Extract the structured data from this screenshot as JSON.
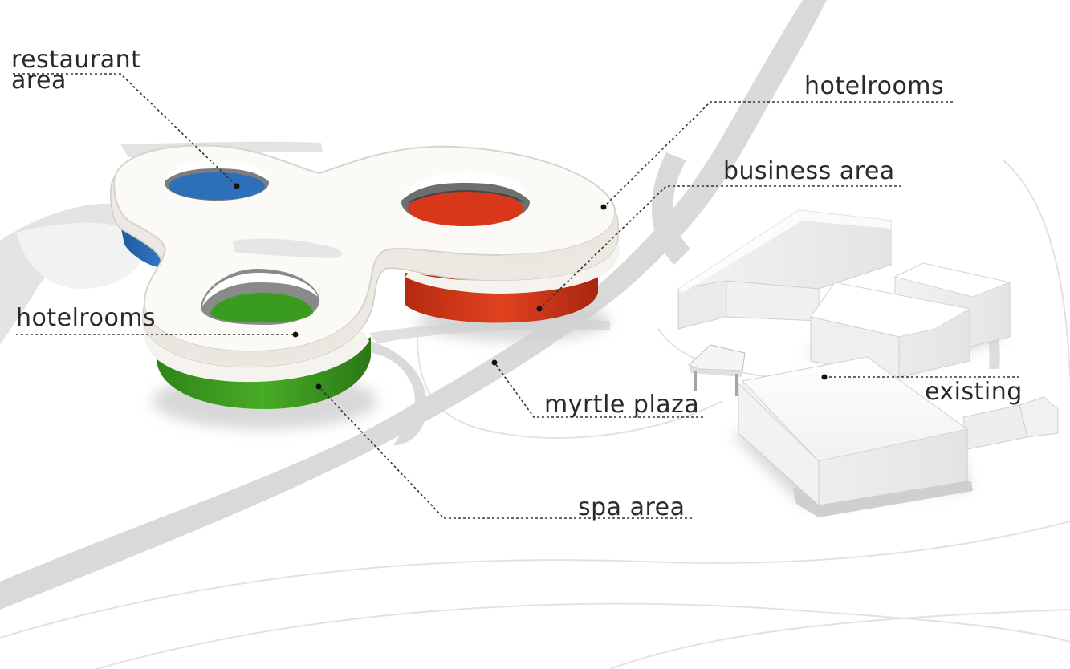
{
  "labels": {
    "restaurant_area": [
      "restaurant",
      "area"
    ],
    "hotelrooms_top": "hotelrooms",
    "business_area": "business area",
    "hotelrooms_left": "hotelrooms",
    "myrtle_plaza": "myrtle plaza",
    "existing": "existing",
    "spa_area": "spa area"
  },
  "zones": [
    {
      "key": "restaurant",
      "color": "#2d6fb8"
    },
    {
      "key": "business",
      "color": "#d8371a"
    },
    {
      "key": "spa",
      "color": "#3a9c1e"
    }
  ],
  "colors": {
    "building_white": "#f7f6f2",
    "building_edge": "#d9d7d0",
    "road": "#dcdcdc",
    "shadow": "#c8c8c8",
    "leader_line": "#333333"
  }
}
